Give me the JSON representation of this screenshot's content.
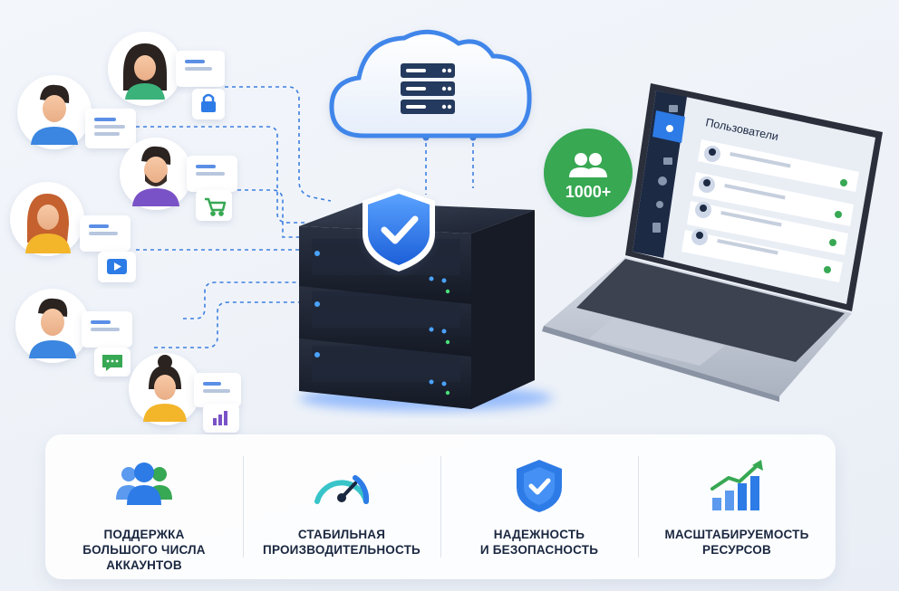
{
  "laptop": {
    "title": "Пользователи",
    "sidebar_icons": [
      "home-icon",
      "users-icon",
      "chart-icon",
      "gear-icon",
      "user-icon",
      "document-icon"
    ]
  },
  "badge": {
    "text": "1000+",
    "icon": "users-icon",
    "color": "#37a853"
  },
  "users": [
    {
      "name": "user-woman-1",
      "badge_icon": "lock-icon"
    },
    {
      "name": "user-man-1",
      "badge_icon": "document-icon"
    },
    {
      "name": "user-man-beard",
      "badge_icon": "cart-icon"
    },
    {
      "name": "user-woman-2",
      "badge_icon": "play-icon"
    },
    {
      "name": "user-man-2",
      "badge_icon": "chat-icon"
    },
    {
      "name": "user-woman-3",
      "badge_icon": "bar-chart-icon"
    }
  ],
  "features": [
    {
      "label": "ПОДДЕРЖКА\nБОЛЬШОГО ЧИСЛА\nАККАУНТОВ",
      "icon": "users-group-icon"
    },
    {
      "label": "СТАБИЛЬНАЯ\nПРОИЗВОДИТЕЛЬНОСТЬ",
      "icon": "speedometer-icon"
    },
    {
      "label": "НАДЕЖНОСТЬ\nИ БЕЗОПАСНОСТЬ",
      "icon": "shield-check-icon"
    },
    {
      "label": "МАСШТАБИРУЕМОСТЬ\nРЕСУРСОВ",
      "icon": "growth-chart-icon"
    }
  ],
  "colors": {
    "accent_blue": "#2d7be6",
    "green": "#37a853",
    "server_dark": "#1f2533",
    "text_dark": "#1a2740"
  }
}
